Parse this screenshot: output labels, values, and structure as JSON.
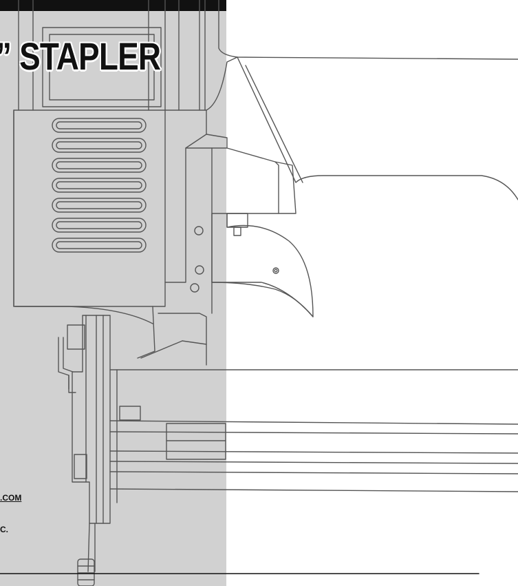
{
  "title": {
    "text": "” STAPLER"
  },
  "footer": {
    "link_fragment": ".COM",
    "company_fragment": "C."
  },
  "colors": {
    "panel_gray": "#d1d1d1",
    "ink": "#111111",
    "background": "#ffffff"
  },
  "illustration": {
    "subject": "stapler line drawing",
    "icon": "stapler-icon"
  }
}
